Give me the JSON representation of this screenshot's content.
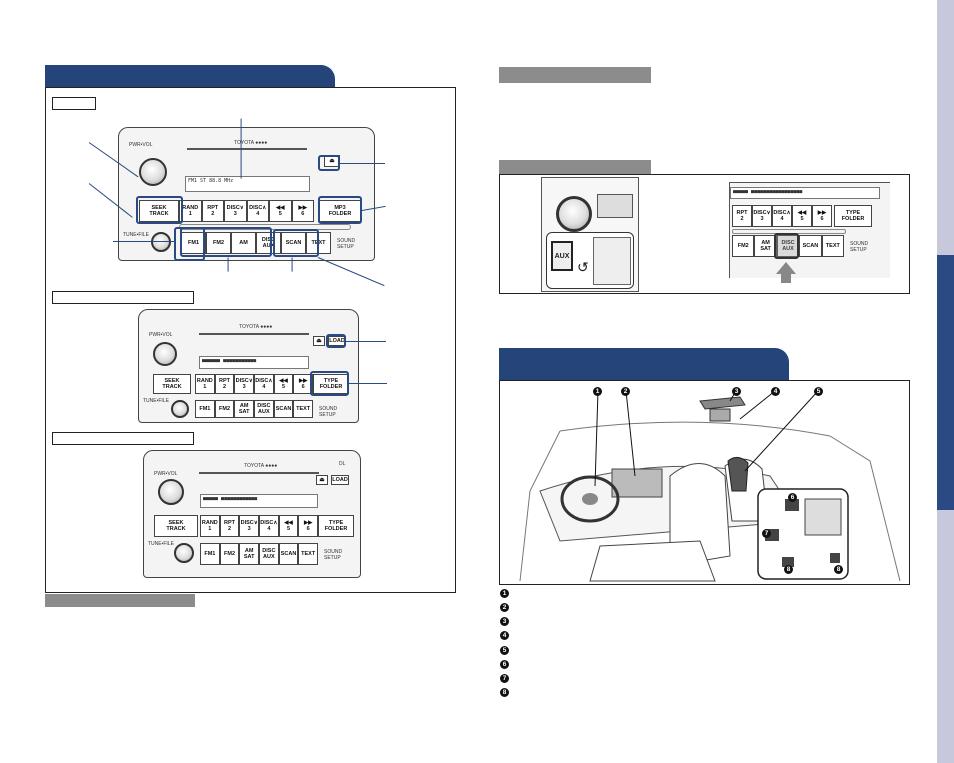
{
  "legend": {
    "markers": [
      "1",
      "2",
      "3",
      "4",
      "5",
      "6",
      "7",
      "8"
    ]
  },
  "radio_top": {
    "pwr_label": "PWR•VOL",
    "brand": "TOYOTA ●●●●",
    "display_text": "FM1 ST 88.8 MHz",
    "seek": "SEEK\nTRACK",
    "presets": [
      "RAND\n1",
      "RPT\n2",
      "DISC∨\n3",
      "DISC∧\n4",
      "◀◀\n5",
      "▶▶\n6"
    ],
    "right_btn": "MP3\nFOLDER",
    "tune": "TUNE•FILE",
    "bottom": [
      "FM1",
      "FM2",
      "AM",
      "DISC\nAUX",
      "SCAN",
      "TEXT"
    ],
    "sound": "SOUND\nSETUP"
  },
  "radio_mid": {
    "pwr_label": "PWR•VOL",
    "brand": "TOYOTA ●●●●",
    "load": "LOAD",
    "seek": "SEEK\nTRACK",
    "presets": [
      "RAND\n1",
      "RPT\n2",
      "DISC∨\n3",
      "DISC∧\n4",
      "◀◀\n5",
      "▶▶\n6"
    ],
    "right_btn": "TYPE\nFOLDER",
    "tune": "TUNE•FILE",
    "bottom": [
      "FM1",
      "FM2",
      "AM\nSAT",
      "DISC\nAUX",
      "SCAN",
      "TEXT"
    ],
    "sound": "SOUND\nSETUP"
  },
  "radio_low": {
    "pwr_label": "PWR•VOL",
    "brand": "TOYOTA ●●●●",
    "corner": "DL",
    "load": "LOAD",
    "seek": "SEEK\nTRACK",
    "presets": [
      "RAND\n1",
      "RPT\n2",
      "DISC∨\n3",
      "DISC∧\n4",
      "◀◀\n5",
      "▶▶\n6"
    ],
    "right_btn": "TYPE\nFOLDER",
    "tune": "TUNE•FILE",
    "bottom": [
      "FM1",
      "FM2",
      "AM\nSAT",
      "DISC\nAUX",
      "SCAN",
      "TEXT"
    ],
    "sound": "SOUND\nSETUP"
  },
  "aux_panel": {
    "aux_key": "AUX",
    "presets": [
      "RPT\n2",
      "DISC∨\n3",
      "DISC∧\n4",
      "◀◀\n5",
      "▶▶\n6"
    ],
    "right_btn": "TYPE\nFOLDER",
    "bottom": [
      "FM2",
      "AM\nSAT",
      "DISC\nAUX",
      "SCAN",
      "TEXT"
    ],
    "sound": "SOUND\nSETUP"
  },
  "colors": {
    "navy": "#24447a",
    "gray_header": "#8c8c8c",
    "side_strip": "#c8c8dc",
    "side_tab": "#2b4a83"
  }
}
